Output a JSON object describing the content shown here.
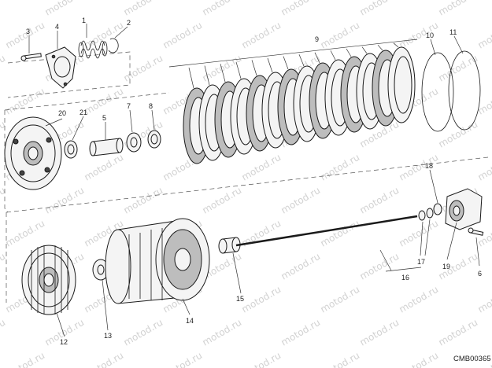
{
  "watermark_text": "motod.ru",
  "drawing_code": "CMB00365",
  "callouts": [
    "1",
    "2",
    "3",
    "4",
    "5",
    "6",
    "7",
    "8",
    "9",
    "10",
    "11",
    "12",
    "13",
    "14",
    "15",
    "16",
    "17",
    "18",
    "19",
    "20",
    "21"
  ]
}
